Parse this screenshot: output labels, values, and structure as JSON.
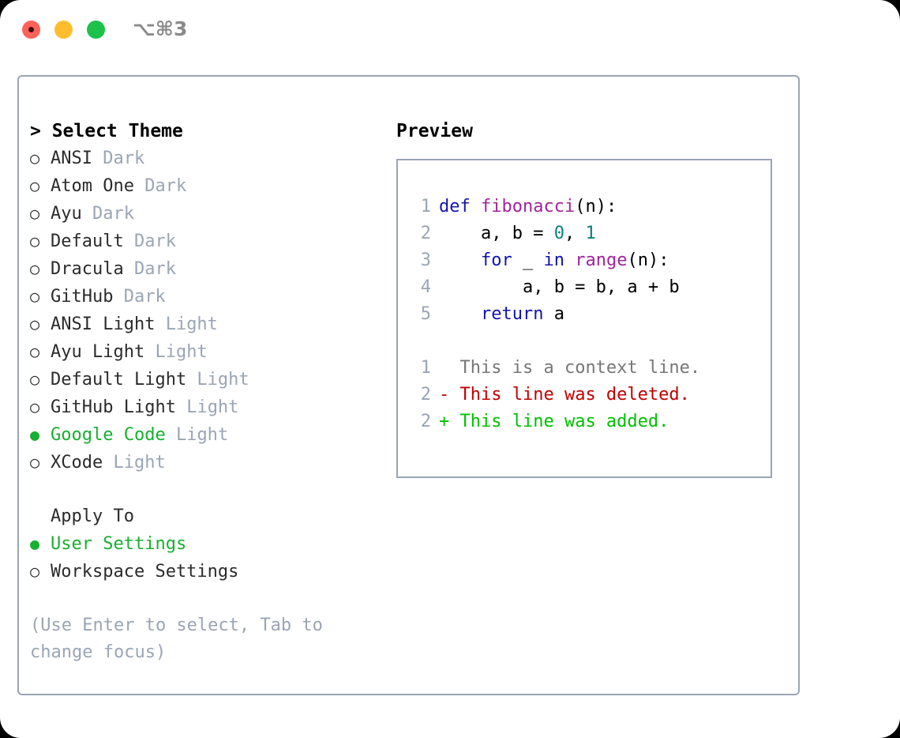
{
  "window": {
    "traffic_lights": [
      "close",
      "minimize",
      "maximize"
    ],
    "shortcut_label": "⌥⌘3"
  },
  "theme_panel": {
    "title": "> Select Theme",
    "marker_unselected": "○",
    "marker_selected": "●",
    "selected_color": "#17b030",
    "suffix_color": "#9aa5b5",
    "items": [
      {
        "label": "ANSI",
        "suffix": "Dark",
        "selected": false
      },
      {
        "label": "Atom One",
        "suffix": "Dark",
        "selected": false
      },
      {
        "label": "Ayu",
        "suffix": "Dark",
        "selected": false
      },
      {
        "label": "Default",
        "suffix": "Dark",
        "selected": false
      },
      {
        "label": "Dracula",
        "suffix": "Dark",
        "selected": false
      },
      {
        "label": "GitHub",
        "suffix": "Dark",
        "selected": false
      },
      {
        "label": "ANSI Light",
        "suffix": "Light",
        "selected": false
      },
      {
        "label": "Ayu Light",
        "suffix": "Light",
        "selected": false
      },
      {
        "label": "Default Light",
        "suffix": "Light",
        "selected": false
      },
      {
        "label": "GitHub Light",
        "suffix": "Light",
        "selected": false
      },
      {
        "label": "Google Code",
        "suffix": "Light",
        "selected": true
      },
      {
        "label": "XCode",
        "suffix": "Light",
        "selected": false
      }
    ]
  },
  "apply_to": {
    "title": "Apply To",
    "items": [
      {
        "label": "User Settings",
        "selected": true
      },
      {
        "label": "Workspace Settings",
        "selected": false
      }
    ]
  },
  "hint": "(Use Enter to select, Tab to change focus)",
  "preview": {
    "title": "Preview",
    "code_lines": [
      {
        "num": "1",
        "tokens": [
          {
            "t": "def ",
            "c": "kw"
          },
          {
            "t": "fibonacci",
            "c": "fn"
          },
          {
            "t": "(n):",
            "c": "plain"
          }
        ]
      },
      {
        "num": "2",
        "tokens": [
          {
            "t": "    a, b = ",
            "c": "plain"
          },
          {
            "t": "0",
            "c": "num"
          },
          {
            "t": ", ",
            "c": "plain"
          },
          {
            "t": "1",
            "c": "num"
          }
        ]
      },
      {
        "num": "3",
        "tokens": [
          {
            "t": "    ",
            "c": "plain"
          },
          {
            "t": "for",
            "c": "kw"
          },
          {
            "t": " _ ",
            "c": "plain"
          },
          {
            "t": "in",
            "c": "kw"
          },
          {
            "t": " ",
            "c": "plain"
          },
          {
            "t": "range",
            "c": "fn"
          },
          {
            "t": "(n):",
            "c": "plain"
          }
        ]
      },
      {
        "num": "4",
        "tokens": [
          {
            "t": "        a, b = b, a + b",
            "c": "plain"
          }
        ]
      },
      {
        "num": "5",
        "tokens": [
          {
            "t": "    ",
            "c": "plain"
          },
          {
            "t": "return",
            "c": "kw"
          },
          {
            "t": " a",
            "c": "plain"
          }
        ]
      }
    ],
    "diff_lines": [
      {
        "num": "1",
        "prefix": "  ",
        "text": "This is a context line.",
        "kind": "ctx"
      },
      {
        "num": "2",
        "prefix": "- ",
        "text": "This line was deleted.",
        "kind": "del"
      },
      {
        "num": "2",
        "prefix": "+ ",
        "text": "This line was added.",
        "kind": "add"
      }
    ]
  }
}
